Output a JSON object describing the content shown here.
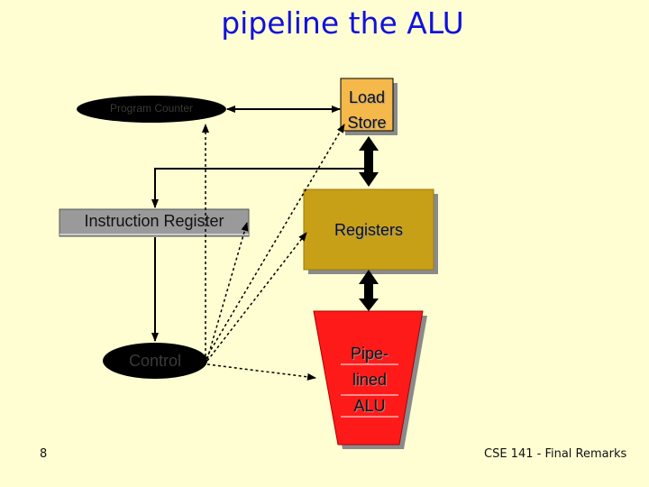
{
  "slide": {
    "title": "pipeline the ALU",
    "page_number": "8",
    "footer": "CSE 141 - Final Remarks"
  },
  "diagram": {
    "program_counter": "Program Counter",
    "instruction_register": "Instruction Register",
    "control": "Control",
    "load_store": [
      "Load",
      "Store"
    ],
    "registers": "Registers",
    "alu": [
      "Pipe-",
      "lined",
      "ALU"
    ]
  },
  "colors": {
    "background": "#fefed2",
    "title": "#1111dd",
    "load_store_fill": "#f5b84a",
    "registers_fill": "#c8a018",
    "alu_fill": "#ff1a1a",
    "register_box_fill": "#9a9a9a",
    "ellipse_fill": "#000000"
  }
}
